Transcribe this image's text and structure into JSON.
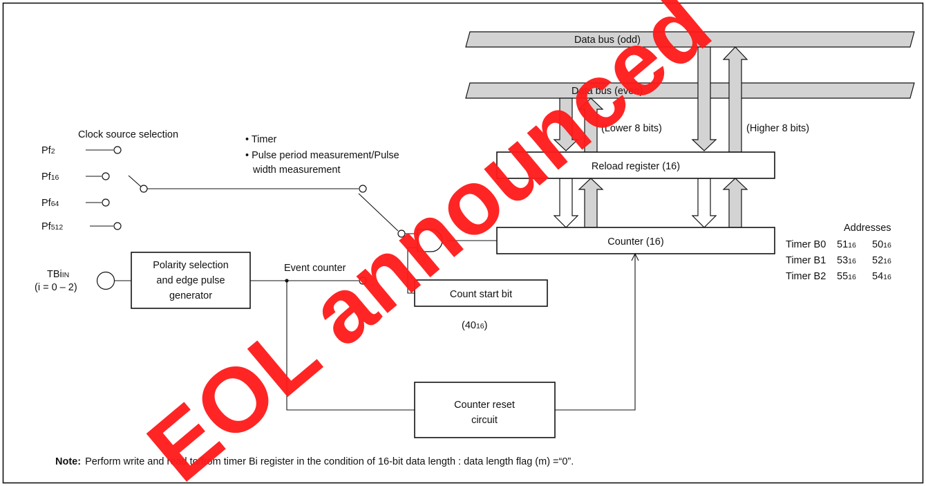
{
  "data_bus_odd": "Data bus (odd)",
  "data_bus_even": "Data bus (even)",
  "lower_bits": "(Lower 8 bits)",
  "higher_bits": "(Higher 8 bits)",
  "reload_register": "Reload register (16)",
  "counter": "Counter (16)",
  "clock_source_title": "Clock source selection",
  "clock_sources": [
    {
      "base": "Pf",
      "sub": "2"
    },
    {
      "base": "Pf",
      "sub": "16"
    },
    {
      "base": "Pf",
      "sub": "64"
    },
    {
      "base": "Pf",
      "sub": "512"
    }
  ],
  "mode_timer": "• Timer",
  "mode_pulse_line1": "• Pulse period measurement/Pulse",
  "mode_pulse_line2": "width measurement",
  "event_counter": "Event counter",
  "tbiin": {
    "base": "TBi",
    "sub": "IN",
    "range": "(i = 0 – 2)"
  },
  "polarity_box": [
    "Polarity selection",
    "and edge pulse",
    "generator"
  ],
  "count_start_bit": "Count start bit",
  "count_start_addr": {
    "open": "(40",
    "sub": "16",
    "close": ")"
  },
  "counter_reset": [
    "Counter reset",
    "circuit"
  ],
  "addresses_title": "Addresses",
  "addresses": [
    {
      "name": "Timer B0",
      "a1": "51",
      "a2": "50"
    },
    {
      "name": "Timer B1",
      "a1": "53",
      "a2": "52"
    },
    {
      "name": "Timer B2",
      "a1": "55",
      "a2": "54"
    }
  ],
  "address_sub": "16",
  "note_label": "Note:",
  "note_text": "Perform write and read to/from timer Bi register in the condition of 16-bit data length : data length flag (m) =“0”.",
  "watermark": "EOL announced",
  "colors": {
    "bus_fill": "#d3d3d3",
    "line": "#111111",
    "watermark": "#ff1a1a"
  }
}
